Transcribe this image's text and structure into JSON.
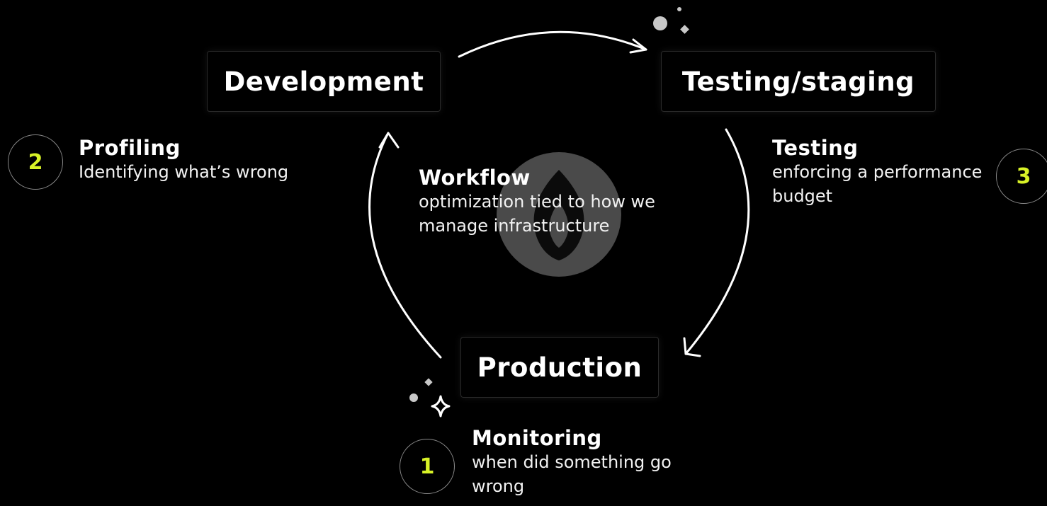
{
  "stages": {
    "development": "Development",
    "testing_staging": "Testing/staging",
    "production": "Production"
  },
  "center": {
    "heading": "Workflow",
    "body": "optimization tied to how we manage infrastructure"
  },
  "annotations": {
    "profiling": {
      "number": "2",
      "heading": "Profiling",
      "body": "Identifying what’s wrong"
    },
    "testing": {
      "number": "3",
      "heading": "Testing",
      "body": "enforcing a performance budget"
    },
    "monitoring": {
      "number": "1",
      "heading": "Monitoring",
      "body": "when did something go wrong"
    }
  },
  "colors": {
    "background": "#000000",
    "accent": "#d8f227",
    "text": "#ffffff",
    "logo": "#4a4a4a"
  },
  "icons": {
    "center_logo": "flame-logo-icon",
    "sparkle": "sparkle-icon"
  }
}
